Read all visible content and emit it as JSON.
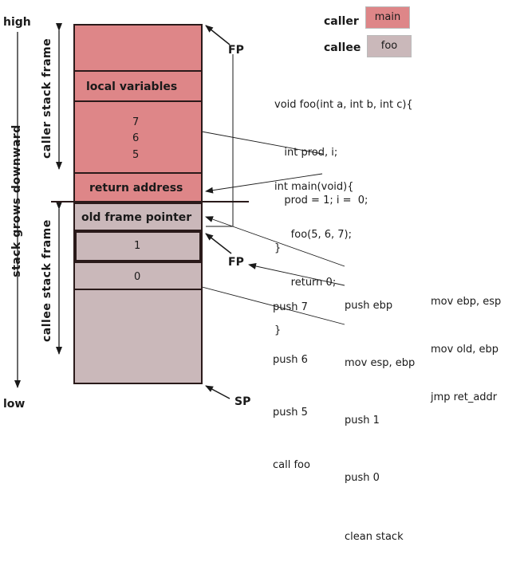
{
  "axis": {
    "high": "high",
    "low": "low",
    "direction": "stack grows downward"
  },
  "frames": {
    "caller": "caller stack frame",
    "callee": "callee stack frame"
  },
  "legend": {
    "caller_label": "caller",
    "caller_value": "main",
    "callee_label": "callee",
    "callee_value": "foo"
  },
  "stack": {
    "local_variables": "local variables",
    "arg_7": "7",
    "arg_6": "6",
    "arg_5": "5",
    "return_address": "return address",
    "old_frame_pointer": "old frame pointer",
    "local_1": "1",
    "local_0": "0"
  },
  "pointers": {
    "fp_top": "FP",
    "fp_mid": "FP",
    "sp": "SP"
  },
  "code": {
    "foo": [
      "void foo(int a, int b, int c){",
      "   int prod, i;",
      "   prod = 1; i =  0;",
      "}"
    ],
    "main": [
      "int main(void){",
      "     foo(5, 6, 7);",
      "     return 0;",
      "}"
    ]
  },
  "asm": {
    "col1": [
      "push 7",
      "push 6",
      "push 5",
      "call foo"
    ],
    "col2": [
      "push ebp",
      "mov esp, ebp",
      "push 1",
      "push 0",
      "clean stack"
    ],
    "col3": [
      "mov ebp, esp",
      "mov old, ebp",
      "jmp ret_addr"
    ]
  },
  "colors": {
    "caller": "#de8688",
    "callee": "#cab8ba",
    "outline": "#2a1a1a"
  }
}
